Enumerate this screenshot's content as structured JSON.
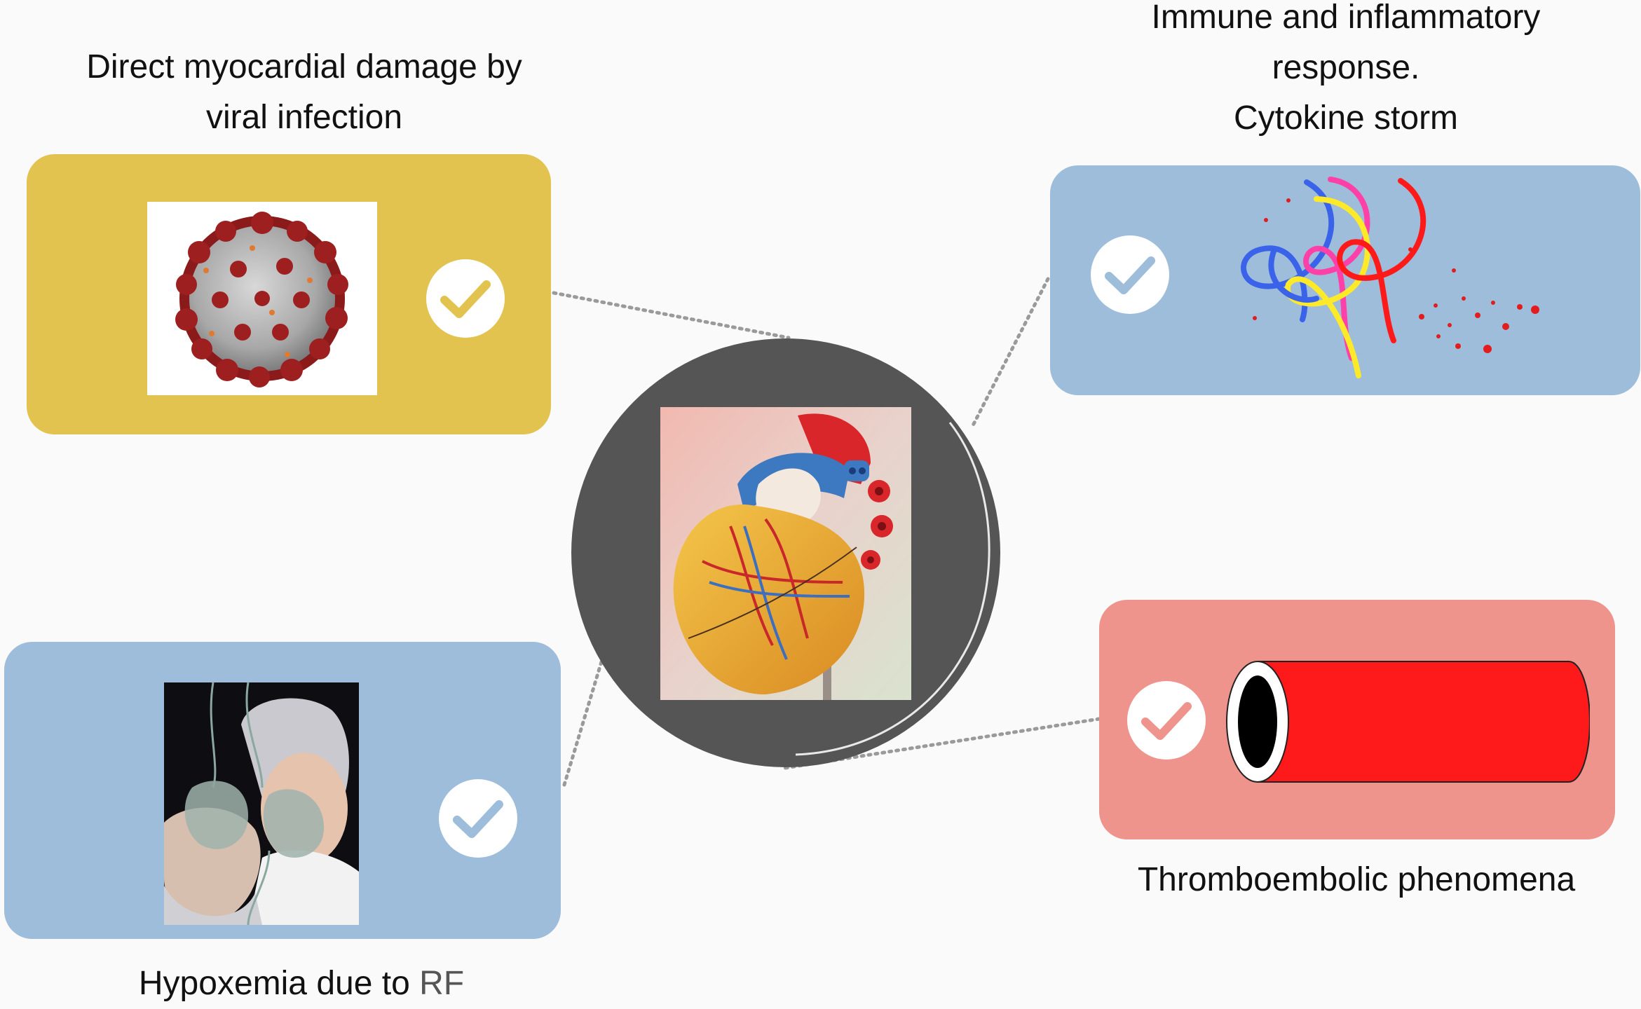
{
  "labels": {
    "viral": [
      "Direct myocardial damage by",
      "viral infection"
    ],
    "immune": [
      "Immune and inflammatory",
      "response.",
      "Cytokine storm"
    ],
    "thrombo": "Thromboembolic phenomena",
    "hypoxemia": "Hypoxemia due to ",
    "hypoxemia_abbr": "RF"
  },
  "colors": {
    "viral_panel": "#e3c34f",
    "immune_panel": "#9dbdda",
    "hypoxemia_panel": "#9dbdda",
    "thrombo_panel": "#ee948d",
    "center_disc": "#555555",
    "vessel": "#fe1a1a"
  },
  "icons": [
    "check-icon",
    "coronavirus-image",
    "cytokine-strands-image",
    "blood-vessel-image",
    "oxygen-mask-patients-image",
    "heart-model-image"
  ]
}
